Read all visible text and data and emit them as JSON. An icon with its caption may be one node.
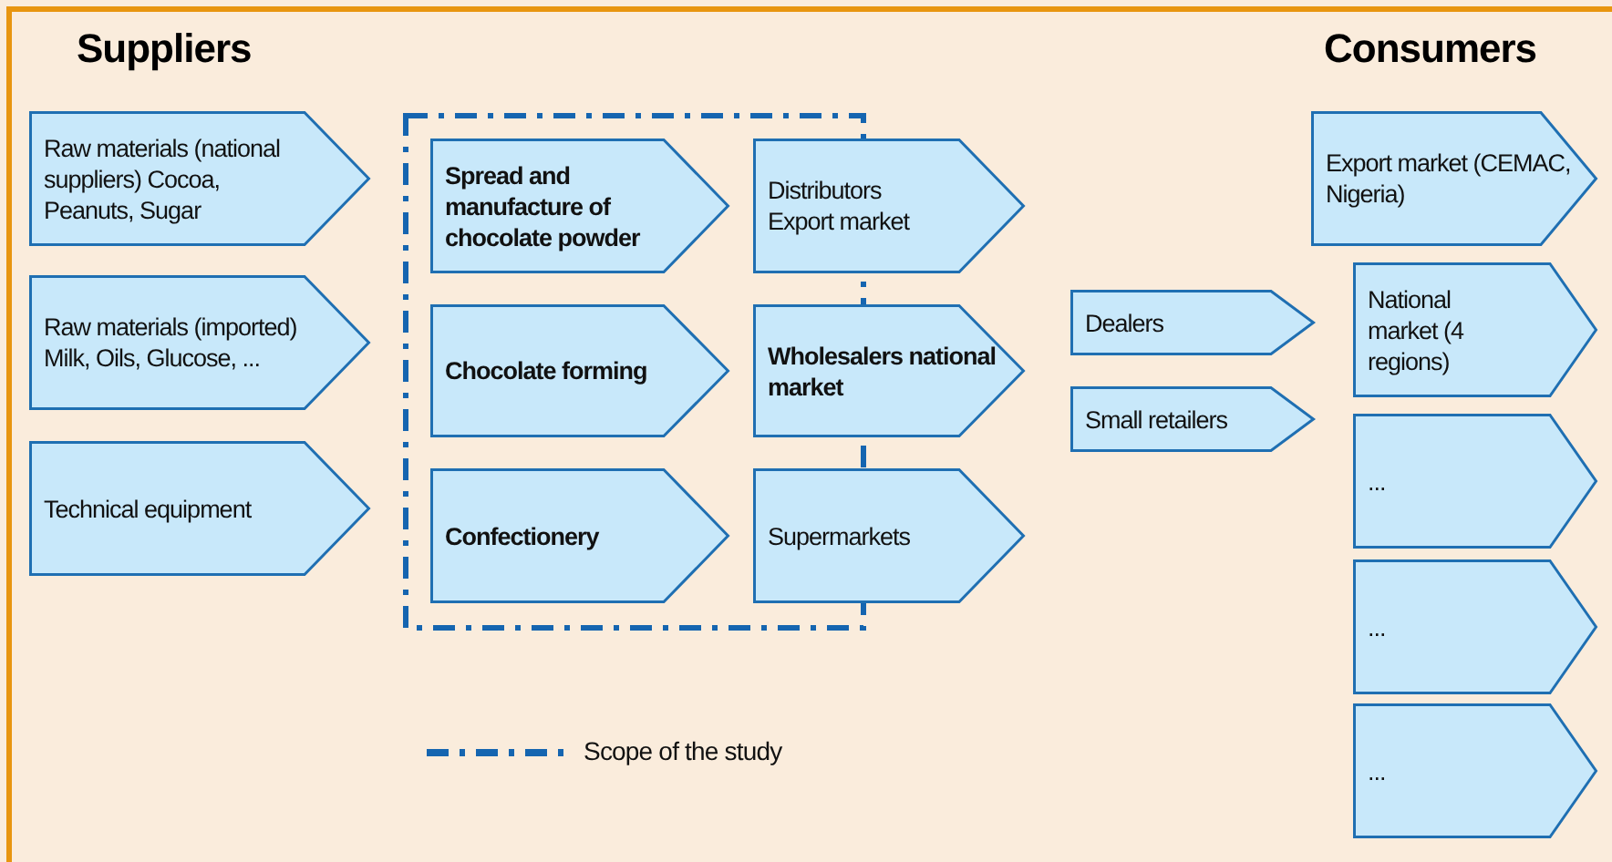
{
  "diagram": {
    "nodes": [
      {
        "text": [],
        "shape": "box"
      },
      {
        "text": [
          "Raw materials (national suppliers) Cocoa, Peanuts, Sugar"
        ]
      },
      {
        "text": [
          "Raw materials (imported) Milk, Oils, Glucose, ..."
        ]
      },
      {
        "text": [
          "Technical equipment"
        ]
      },
      {
        "text": [
          "Spread and manufacture of chocolate powder"
        ],
        "in": 0
      },
      {
        "text": [
          "Chocolate forming"
        ],
        "in": 0
      },
      {
        "text": [
          "Confectionery"
        ],
        "in": 0
      },
      {
        "text": [
          "Distributors Export market"
        ]
      },
      {
        "text": [
          "Wholesalers national market"
        ]
      },
      {
        "text": [
          "Supermarkets"
        ]
      },
      {
        "text": [
          "Dealers"
        ]
      },
      {
        "text": [
          "Small retailers"
        ]
      },
      {
        "text": [
          "Export market (CEMAC, Nigeria)"
        ]
      },
      {
        "text": [
          "National market (4 regions)"
        ]
      },
      {
        "text": [
          "..."
        ]
      },
      {
        "text": [
          "..."
        ]
      },
      {
        "text": [
          "..."
        ]
      }
    ],
    "labels": [
      "Suppliers",
      "Consumers"
    ],
    "legend": [
      {
        "text": "Scope of the study"
      }
    ]
  }
}
